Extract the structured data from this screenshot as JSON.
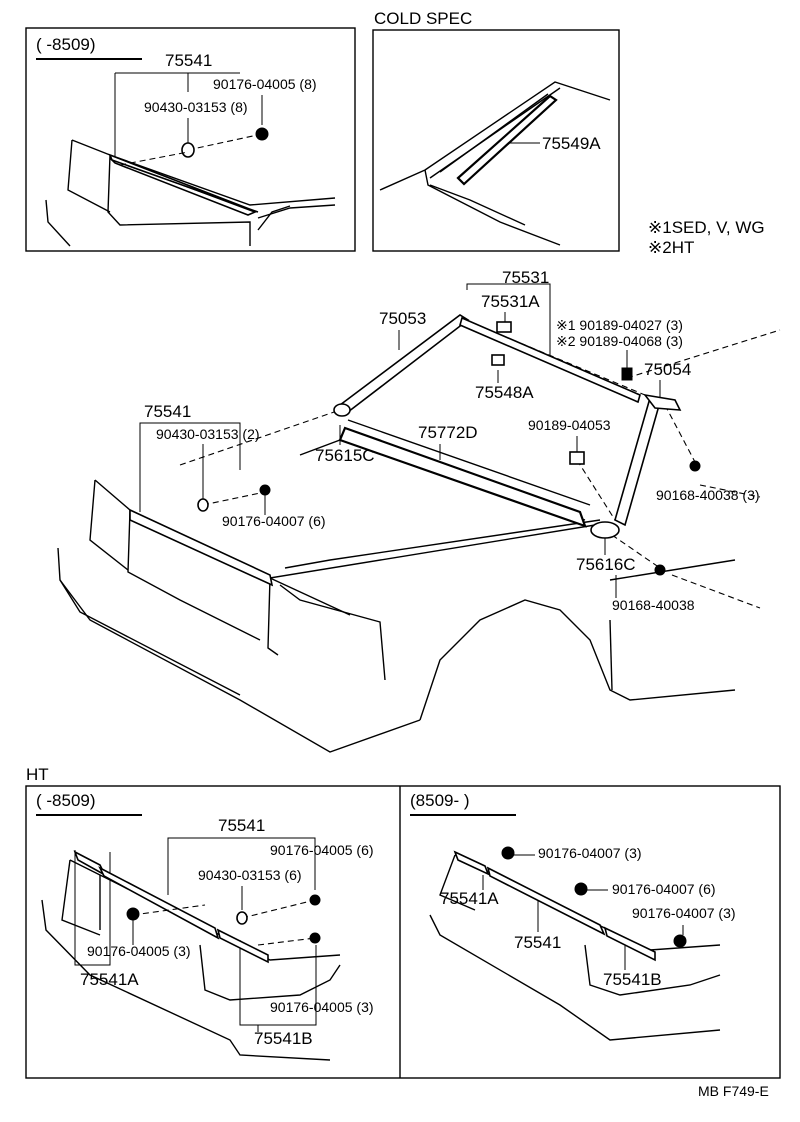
{
  "top_left_box": {
    "title": "(      -8509)",
    "labels": [
      "75541",
      "90176-04005 (8)",
      "90430-03153 (8)"
    ]
  },
  "top_mid_box": {
    "heading": "COLD SPEC",
    "labels": [
      "75549A"
    ]
  },
  "legend": {
    "line1": "※1SED, V, WG",
    "line2": "※2HT"
  },
  "main_labels": {
    "l75531": "75531",
    "l75531A": "75531A",
    "l75053": "75053",
    "n1": "※1 90189-04027 (3)",
    "n2": "※2 90189-04068 (3)",
    "l75054": "75054",
    "l75548A": "75548A",
    "l75541": "75541",
    "l90430": "90430-03153 (2)",
    "l75772D": "75772D",
    "l90189": "90189-04053",
    "l75615C": "75615C",
    "l90168a": "90168-40038 (3)",
    "l90176": "90176-04007 (6)",
    "l75616C": "75616C",
    "l90168b": "90168-40038"
  },
  "ht_section": {
    "heading": "HT",
    "left_box": {
      "title": "(      -8509)",
      "labels": [
        "75541",
        "90176-04005 (6)",
        "90430-03153 (6)",
        "90176-04005 (3)",
        "75541A",
        "90176-04005 (3)",
        "75541B"
      ]
    },
    "right_box": {
      "title": "(8509-      )",
      "labels": [
        "90176-04007 (3)",
        "90176-04007 (6)",
        "90176-04007 (3)",
        "75541A",
        "75541",
        "75541B"
      ]
    }
  },
  "footer": "MB  F749-E"
}
